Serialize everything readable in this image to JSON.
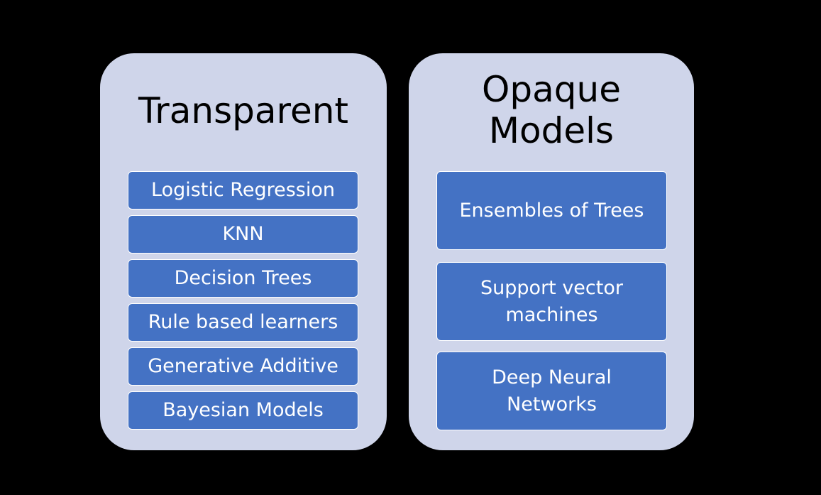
{
  "colors": {
    "background": "#000000",
    "panel": "#cfd5ea",
    "item": "#4472c4",
    "item_text": "#ffffff",
    "title_text": "#000000"
  },
  "transparent": {
    "title": "Transparent",
    "items": [
      "Logistic Regression",
      "KNN",
      "Decision Trees",
      "Rule based learners",
      "Generative Additive",
      "Bayesian Models"
    ]
  },
  "opaque": {
    "title": "Opaque\nModels",
    "items": [
      "Ensembles of Trees",
      "Support vector\nmachines",
      "Deep Neural\nNetworks"
    ]
  }
}
